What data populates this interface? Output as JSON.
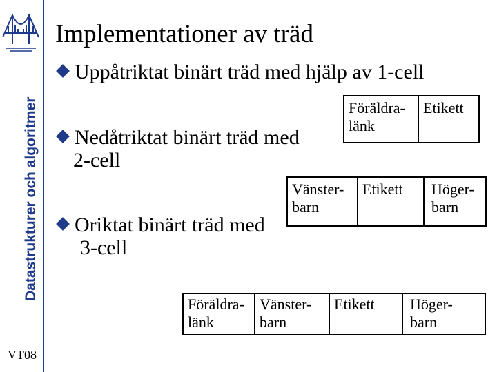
{
  "sidebar": {
    "vertical_title": "Datastrukturer och algoritmer",
    "term": "VT08",
    "logo_icon": "bridge-logo-icon",
    "accent_color": "#1f3a8a"
  },
  "page_title": "Implementationer av träd",
  "bullets": [
    {
      "text": "Uppåtriktat binärt träd med hjälp av 1-cell"
    },
    {
      "line1": "Nedåtriktat binärt träd med",
      "line2": "2-cell"
    },
    {
      "line1": "Oriktat binärt träd med",
      "line2": "3-cell"
    }
  ],
  "diagrams": {
    "one_cell": [
      "Föräldra-\nlänk",
      "Etikett"
    ],
    "two_cell": [
      "Vänster-\nbarn",
      "Etikett",
      "Höger-\nbarn"
    ],
    "three_cell": [
      "Föräldra-\nlänk",
      "Vänster-\nbarn",
      "Etikett",
      "Höger-\nbarn"
    ]
  }
}
